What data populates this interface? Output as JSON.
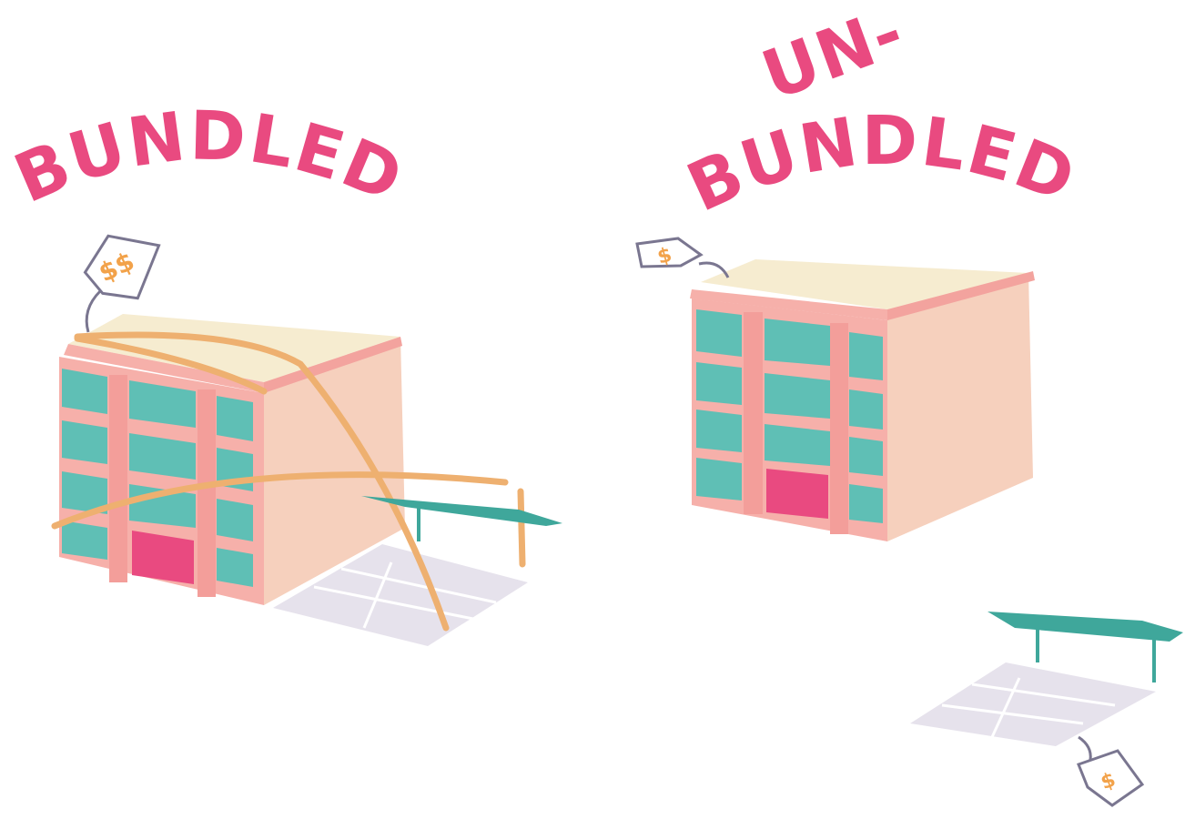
{
  "illustration": {
    "left_panel": {
      "title": "BUNDLED",
      "price_tag_symbol": "$$"
    },
    "right_panel": {
      "title_line1": "UN-",
      "title_line2": "BUNDLED",
      "building_tag_symbol": "$",
      "shelter_tag_symbol": "$"
    },
    "colors": {
      "title": "#e94a80",
      "building_front": "#f6b0aa",
      "building_side": "#f6d0bd",
      "roof": "#f6ecd0",
      "window": "#5fbfb5",
      "door": "#e94a80",
      "shelter_roof": "#3fa79b",
      "shelter_shadow": "#e6e2ec",
      "rope": "#eeb070",
      "tag_outline": "#7a7690",
      "dollar": "#f2a24a"
    }
  }
}
